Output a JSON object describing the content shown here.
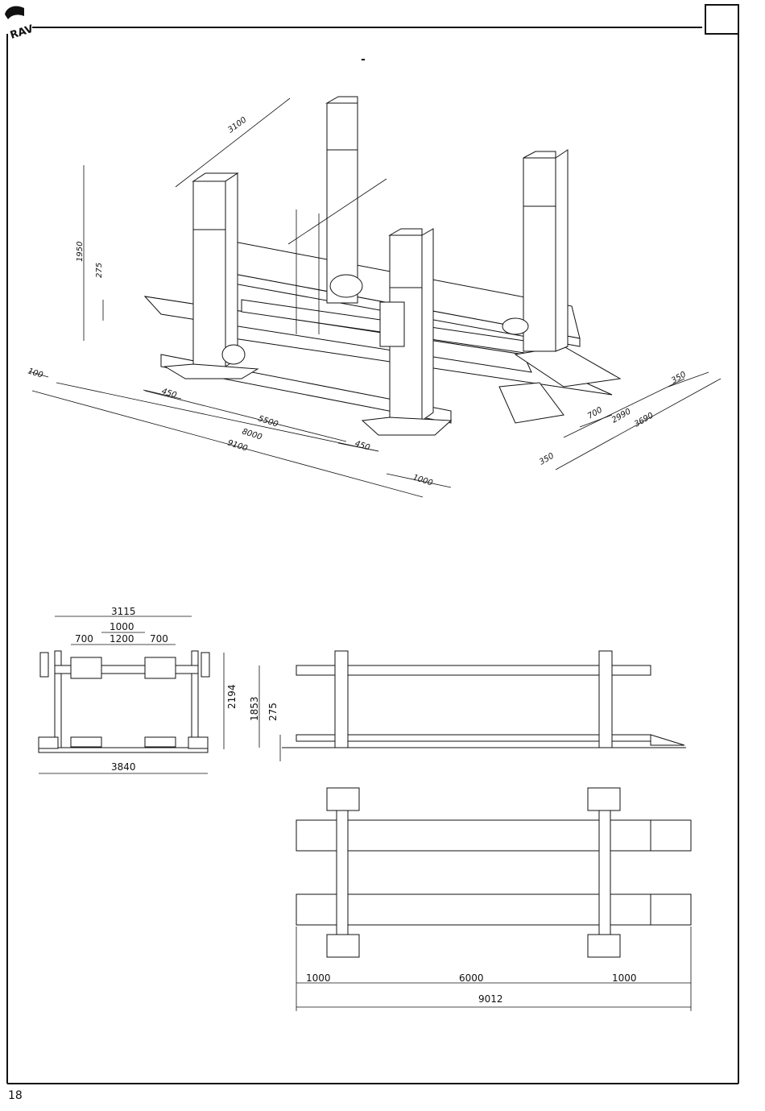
{
  "header": {
    "title": "-"
  },
  "footer": {
    "page_number": "18"
  },
  "iso_view": {
    "dims": {
      "d3100": "3100",
      "d1950": "1950",
      "d275": "275",
      "d100": "100",
      "d450a": "450",
      "d5500": "5500",
      "d8000": "8000",
      "d9100": "9100",
      "d450b": "450",
      "d1000": "1000",
      "d350a": "350",
      "d700": "700",
      "d2990": "2990",
      "d3690": "3690",
      "d350b": "350"
    }
  },
  "front_view": {
    "d3115": "3115",
    "d1000": "1000",
    "d700a": "700",
    "d1200": "1200",
    "d700b": "700",
    "d2194": "2194",
    "d3840": "3840"
  },
  "side_view": {
    "d1853": "1853",
    "d275": "275"
  },
  "top_view": {
    "d1000a": "1000",
    "d6000": "6000",
    "d1000b": "1000",
    "d9012": "9012"
  }
}
